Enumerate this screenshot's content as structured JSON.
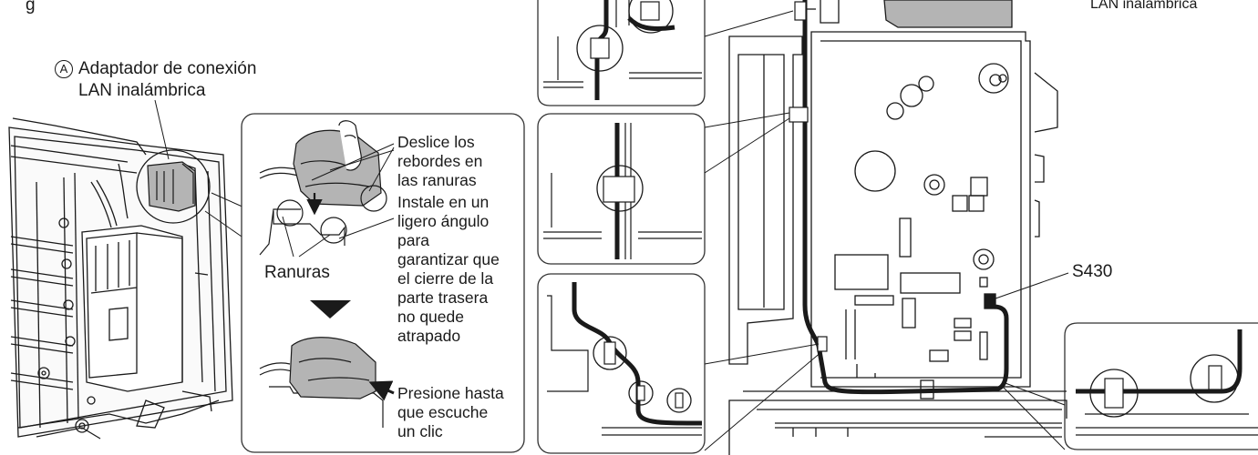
{
  "header": {
    "top_left_text": "g",
    "top_right_text": "LAN inalámbrica"
  },
  "adapter_callout": {
    "marker": "A",
    "line1": "Adaptador de conexión",
    "line2": "LAN inalámbrica"
  },
  "install_panel": {
    "slide_text": [
      "Deslice los",
      "rebordes en",
      "las ranuras"
    ],
    "angle_text": [
      "Instale en un",
      "ligero ángulo",
      "para",
      "garantizar que",
      "el cierre de la",
      "parte trasera",
      "no quede",
      "atrapado"
    ],
    "slots_label": "Ranuras",
    "press_text": [
      "Presione hasta",
      "que escuche",
      "un clic"
    ]
  },
  "connector_label": "S430",
  "colors": {
    "line": "#1a1a1a",
    "adapter_fill": "#b4b4b4",
    "panel_border": "#333333",
    "background": "#ffffff"
  }
}
